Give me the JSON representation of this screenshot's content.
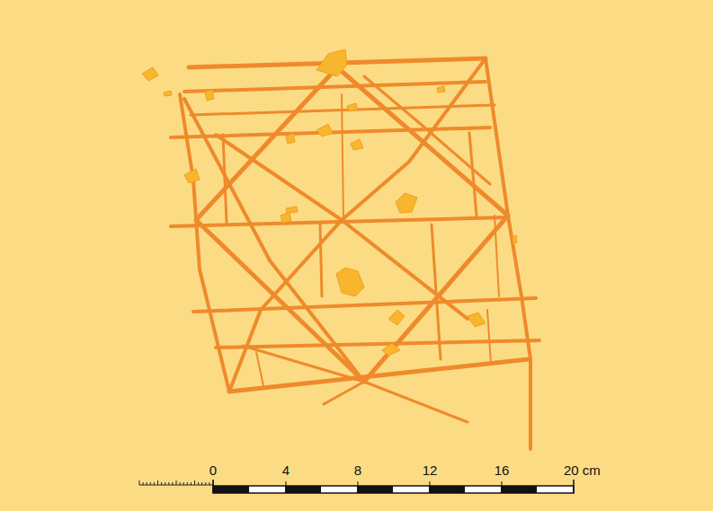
{
  "diagram": {
    "labels": [
      "0",
      "4",
      "8",
      "12",
      "16",
      "20 cm"
    ]
  }
}
